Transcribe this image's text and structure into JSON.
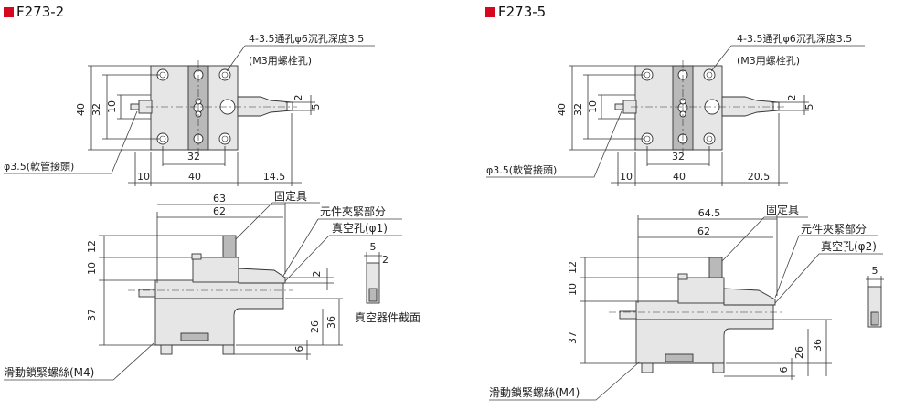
{
  "models": [
    {
      "title": "F273-2",
      "accent_color": "#d6081f",
      "hole_note": "4-3.5通孔φ6沉孔深度3.5",
      "screw_note": "(M3用螺栓孔)",
      "top_dims": {
        "d40": "40",
        "d32": "32",
        "d10": "10",
        "d2": "2",
        "d5": "5",
        "d32b": "32",
        "d10b": "10",
        "d40b": "40",
        "d_right": "14.5"
      },
      "hose_label": "φ3.5(軟管接頭)",
      "side_dims": {
        "d63": "63",
        "d62": "62",
        "d12": "12",
        "d10": "10",
        "d2": "2",
        "d37": "37",
        "d36": "36",
        "d26": "26",
        "d6": "6"
      },
      "clamp_label": "固定具",
      "grip_label": "元件夾緊部分",
      "vacuum_label": "真空孔(φ1)",
      "section": {
        "d5": "5",
        "d2": "2",
        "label": "真空器件截面"
      },
      "lock_label": "滑動鎖緊螺絲(M4)"
    },
    {
      "title": "F273-5",
      "accent_color": "#d6081f",
      "hole_note": "4-3.5通孔φ6沉孔深度3.5",
      "screw_note": "(M3用螺栓孔)",
      "top_dims": {
        "d40": "40",
        "d32": "32",
        "d10": "10",
        "d2": "2",
        "d5": "5",
        "d32b": "32",
        "d10b": "10",
        "d40b": "40",
        "d_right": "20.5"
      },
      "hose_label": "φ3.5(軟管接頭)",
      "side_dims": {
        "d63": "64.5",
        "d62": "62",
        "d12": "12",
        "d10": "10",
        "d2": "",
        "d37": "37",
        "d36": "36",
        "d26": "26",
        "d6": "6"
      },
      "clamp_label": "固定具",
      "grip_label": "元件夾緊部分",
      "vacuum_label": "真空孔(φ2)",
      "section": {
        "d5": "5",
        "d2": "",
        "label": ""
      },
      "lock_label": "滑動鎖緊螺絲(M4)"
    }
  ]
}
